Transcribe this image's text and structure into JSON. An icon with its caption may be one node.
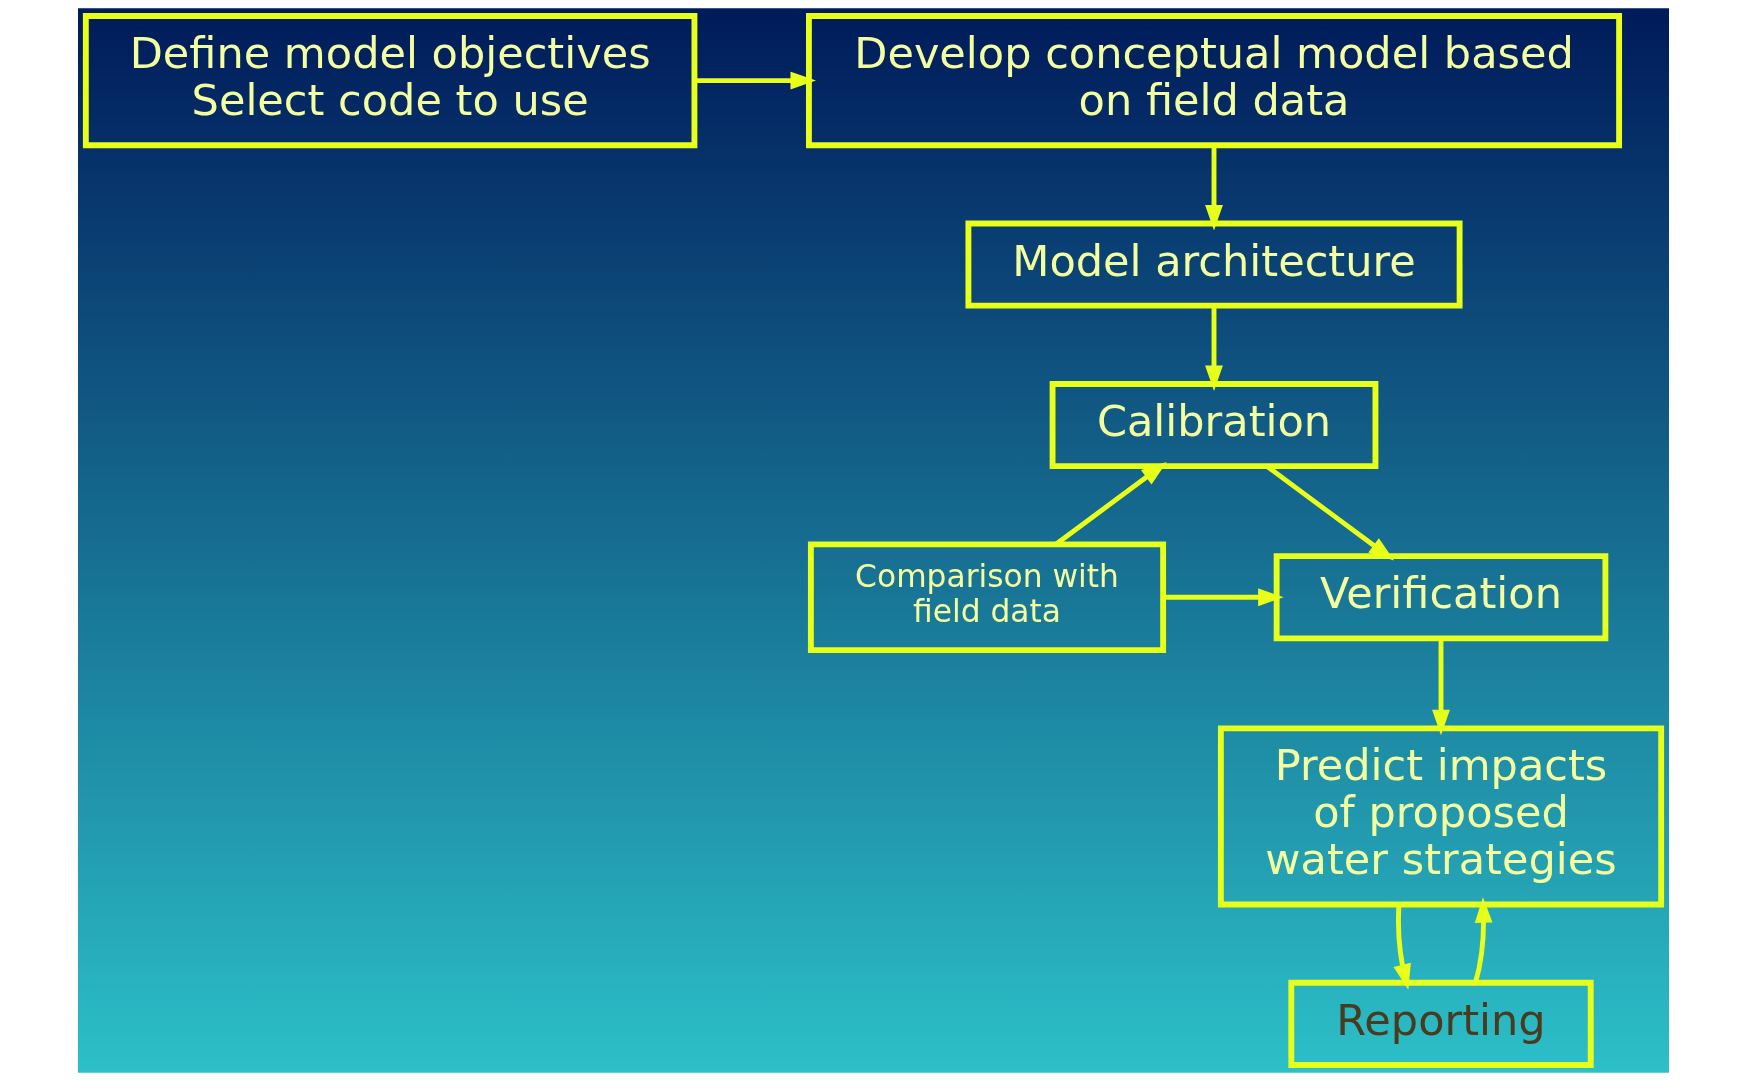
{
  "diagram": {
    "nodes": [
      {
        "text": [
          "Define model objectives",
          "Select code to use"
        ]
      },
      {
        "text": [
          "Develop conceptual model based on field data"
        ]
      },
      {
        "text": [
          "Model architecture"
        ]
      },
      {
        "text": [
          "Calibration"
        ]
      },
      {
        "text": [
          "Verification"
        ]
      },
      {
        "text": [
          "Comparison with field data"
        ]
      },
      {
        "text": [
          "Predict impacts of proposed water strategies"
        ]
      },
      {
        "text": [
          "Reporting"
        ]
      }
    ],
    "edges": [
      {
        "from": 0,
        "to": 1,
        "arrow": "to"
      },
      {
        "from": 1,
        "to": 2,
        "arrow": "to"
      },
      {
        "from": 2,
        "to": 3,
        "arrow": "to"
      },
      {
        "from": 3,
        "to": 4,
        "arrow": "to"
      },
      {
        "from": 5,
        "to": 3,
        "arrow": "to"
      },
      {
        "from": 5,
        "to": 4,
        "arrow": "to"
      },
      {
        "from": 4,
        "to": 6,
        "arrow": "to"
      },
      {
        "from": 6,
        "to": 7,
        "arrow": "to"
      },
      {
        "from": 7,
        "to": 6,
        "arrow": "to"
      }
    ]
  }
}
